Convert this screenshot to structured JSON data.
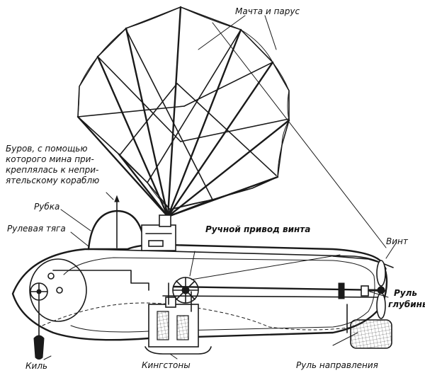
{
  "labels": {
    "mast_and_sail": "Мачта и парус",
    "drill_line1": "Буров, с помощью",
    "drill_line2": "которого мина при-",
    "drill_line3": "креплялась к непри-",
    "drill_line4": "ятельскому кораблю",
    "conning_tower": "Рубка",
    "steering_rod": "Рулевая тяга",
    "hand_drive": "Ручной привод винта",
    "propeller": "Винт",
    "depth_rudder_line1": "Руль",
    "depth_rudder_line2": "глубины",
    "kingstons": "Кингстоны",
    "keel": "Киль",
    "direction_rudder": "Руль направления"
  },
  "colors": {
    "ink": "#1a1a1a",
    "paper": "#ffffff"
  }
}
